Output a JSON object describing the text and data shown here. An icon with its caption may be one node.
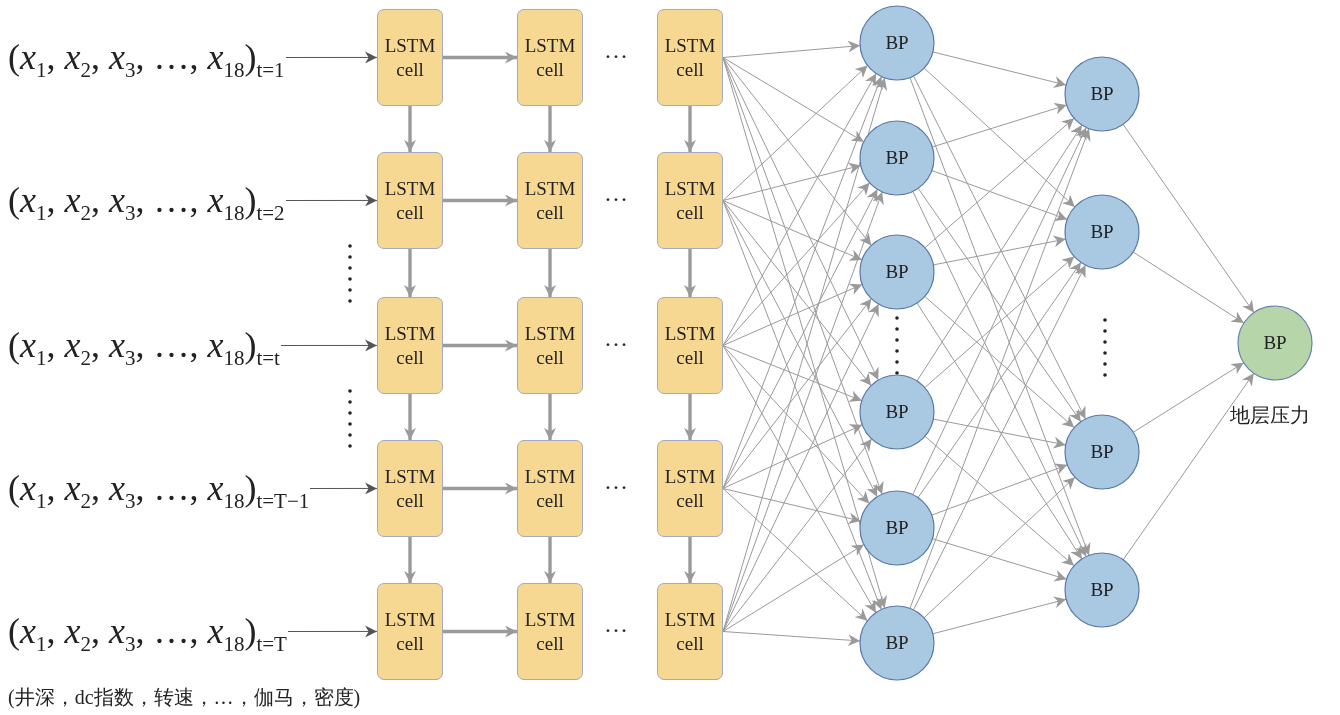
{
  "diagram": {
    "nodes": [
      {
        "text": [
          "(*x*$_{1}$, *x*$_{2}$, *x*$_{3}$, …, *x*$_{18}$)$_{t=1}$"
        ]
      },
      {
        "text": [
          "(*x*$_{1}$, *x*$_{2}$, *x*$_{3}$, …, *x*$_{18}$)$_{t=2}$"
        ]
      },
      {
        "text": [
          "(*x*$_{1}$, *x*$_{2}$, *x*$_{3}$, …, *x*$_{18}$)$_{t=t}$"
        ]
      },
      {
        "text": [
          "(*x*$_{1}$, *x*$_{2}$, *x*$_{3}$, …, *x*$_{18}$)$_{t=T−1}$"
        ]
      },
      {
        "text": [
          "(*x*$_{1}$, *x*$_{2}$, *x*$_{3}$, …, *x*$_{18}$)$_{t=T}$"
        ]
      },
      {
        "text": [
          "LSTM cell"
        ]
      },
      {
        "text": [
          "LSTM cell"
        ]
      },
      {
        "text": [
          "LSTM cell"
        ]
      },
      {
        "text": [
          "LSTM cell"
        ]
      },
      {
        "text": [
          "LSTM cell"
        ]
      },
      {
        "text": [
          "LSTM cell"
        ]
      },
      {
        "text": [
          "LSTM cell"
        ]
      },
      {
        "text": [
          "LSTM cell"
        ]
      },
      {
        "text": [
          "LSTM cell"
        ]
      },
      {
        "text": [
          "LSTM cell"
        ]
      },
      {
        "text": [
          "LSTM cell"
        ]
      },
      {
        "text": [
          "LSTM cell"
        ]
      },
      {
        "text": [
          "LSTM cell"
        ]
      },
      {
        "text": [
          "LSTM cell"
        ]
      },
      {
        "text": [
          "LSTM cell"
        ]
      },
      {
        "text": [
          "BP"
        ]
      },
      {
        "text": [
          "BP"
        ]
      },
      {
        "text": [
          "BP"
        ]
      },
      {
        "text": [
          "BP"
        ]
      },
      {
        "text": [
          "BP"
        ]
      },
      {
        "text": [
          "BP"
        ]
      },
      {
        "text": [
          "BP"
        ]
      },
      {
        "text": [
          "BP"
        ]
      },
      {
        "text": [
          "BP"
        ]
      },
      {
        "text": [
          "BP"
        ]
      },
      {
        "text": [
          "BP"
        ],
        "beside": [
          "地层压力"
        ]
      }
    ],
    "edges": [
      {
        "from": 0,
        "to": 5,
        "arrow": "to",
        "color": "#555555"
      },
      {
        "from": 1,
        "to": 8,
        "arrow": "to",
        "color": "#555555"
      },
      {
        "from": 2,
        "to": 11,
        "arrow": "to",
        "color": "#555555"
      },
      {
        "from": 3,
        "to": 14,
        "arrow": "to",
        "color": "#555555"
      },
      {
        "from": 4,
        "to": 17,
        "arrow": "to",
        "color": "#555555"
      },
      {
        "from": 5,
        "to": 6,
        "arrow": "to",
        "style": "thick"
      },
      {
        "from": 8,
        "to": 9,
        "arrow": "to",
        "style": "thick"
      },
      {
        "from": 11,
        "to": 12,
        "arrow": "to",
        "style": "thick"
      },
      {
        "from": 14,
        "to": 15,
        "arrow": "to",
        "style": "thick"
      },
      {
        "from": 17,
        "to": 18,
        "arrow": "to",
        "style": "thick"
      },
      {
        "from": 5,
        "to": 8,
        "arrow": "to",
        "style": "thick"
      },
      {
        "from": 8,
        "to": 11,
        "arrow": "to",
        "style": "thick"
      },
      {
        "from": 11,
        "to": 14,
        "arrow": "to",
        "style": "thick"
      },
      {
        "from": 14,
        "to": 17,
        "arrow": "to",
        "style": "thick"
      },
      {
        "from": 6,
        "to": 9,
        "arrow": "to",
        "style": "thick"
      },
      {
        "from": 9,
        "to": 12,
        "arrow": "to",
        "style": "thick"
      },
      {
        "from": 12,
        "to": 15,
        "arrow": "to",
        "style": "thick"
      },
      {
        "from": 15,
        "to": 18,
        "arrow": "to",
        "style": "thick"
      },
      {
        "from": 7,
        "to": 10,
        "arrow": "to",
        "style": "thick"
      },
      {
        "from": 10,
        "to": 13,
        "arrow": "to",
        "style": "thick"
      },
      {
        "from": 13,
        "to": 16,
        "arrow": "to",
        "style": "thick"
      },
      {
        "from": 16,
        "to": 19,
        "arrow": "to",
        "style": "thick"
      },
      {
        "from": 7,
        "to": 20,
        "arrow": "to"
      },
      {
        "from": 7,
        "to": 21,
        "arrow": "to"
      },
      {
        "from": 7,
        "to": 22,
        "arrow": "to"
      },
      {
        "from": 7,
        "to": 23,
        "arrow": "to"
      },
      {
        "from": 7,
        "to": 24,
        "arrow": "to"
      },
      {
        "from": 7,
        "to": 25,
        "arrow": "to"
      },
      {
        "from": 10,
        "to": 20,
        "arrow": "to"
      },
      {
        "from": 10,
        "to": 21,
        "arrow": "to"
      },
      {
        "from": 10,
        "to": 22,
        "arrow": "to"
      },
      {
        "from": 10,
        "to": 23,
        "arrow": "to"
      },
      {
        "from": 10,
        "to": 24,
        "arrow": "to"
      },
      {
        "from": 10,
        "to": 25,
        "arrow": "to"
      },
      {
        "from": 13,
        "to": 20,
        "arrow": "to"
      },
      {
        "from": 13,
        "to": 21,
        "arrow": "to"
      },
      {
        "from": 13,
        "to": 22,
        "arrow": "to"
      },
      {
        "from": 13,
        "to": 23,
        "arrow": "to"
      },
      {
        "from": 13,
        "to": 24,
        "arrow": "to"
      },
      {
        "from": 13,
        "to": 25,
        "arrow": "to"
      },
      {
        "from": 16,
        "to": 20,
        "arrow": "to"
      },
      {
        "from": 16,
        "to": 21,
        "arrow": "to"
      },
      {
        "from": 16,
        "to": 22,
        "arrow": "to"
      },
      {
        "from": 16,
        "to": 23,
        "arrow": "to"
      },
      {
        "from": 16,
        "to": 24,
        "arrow": "to"
      },
      {
        "from": 16,
        "to": 25,
        "arrow": "to"
      },
      {
        "from": 19,
        "to": 20,
        "arrow": "to"
      },
      {
        "from": 19,
        "to": 21,
        "arrow": "to"
      },
      {
        "from": 19,
        "to": 22,
        "arrow": "to"
      },
      {
        "from": 19,
        "to": 23,
        "arrow": "to"
      },
      {
        "from": 19,
        "to": 24,
        "arrow": "to"
      },
      {
        "from": 19,
        "to": 25,
        "arrow": "to"
      },
      {
        "from": 20,
        "to": 26,
        "arrow": "to"
      },
      {
        "from": 20,
        "to": 27,
        "arrow": "to"
      },
      {
        "from": 20,
        "to": 28,
        "arrow": "to"
      },
      {
        "from": 20,
        "to": 29,
        "arrow": "to"
      },
      {
        "from": 21,
        "to": 26,
        "arrow": "to"
      },
      {
        "from": 21,
        "to": 27,
        "arrow": "to"
      },
      {
        "from": 21,
        "to": 28,
        "arrow": "to"
      },
      {
        "from": 21,
        "to": 29,
        "arrow": "to"
      },
      {
        "from": 22,
        "to": 26,
        "arrow": "to"
      },
      {
        "from": 22,
        "to": 27,
        "arrow": "to"
      },
      {
        "from": 22,
        "to": 28,
        "arrow": "to"
      },
      {
        "from": 22,
        "to": 29,
        "arrow": "to"
      },
      {
        "from": 23,
        "to": 26,
        "arrow": "to"
      },
      {
        "from": 23,
        "to": 27,
        "arrow": "to"
      },
      {
        "from": 23,
        "to": 28,
        "arrow": "to"
      },
      {
        "from": 23,
        "to": 29,
        "arrow": "to"
      },
      {
        "from": 24,
        "to": 26,
        "arrow": "to"
      },
      {
        "from": 24,
        "to": 27,
        "arrow": "to"
      },
      {
        "from": 24,
        "to": 28,
        "arrow": "to"
      },
      {
        "from": 24,
        "to": 29,
        "arrow": "to"
      },
      {
        "from": 25,
        "to": 26,
        "arrow": "to"
      },
      {
        "from": 25,
        "to": 27,
        "arrow": "to"
      },
      {
        "from": 25,
        "to": 28,
        "arrow": "to"
      },
      {
        "from": 25,
        "to": 29,
        "arrow": "to"
      },
      {
        "from": 26,
        "to": 30,
        "arrow": "to"
      },
      {
        "from": 27,
        "to": 30,
        "arrow": "to"
      },
      {
        "from": 28,
        "to": 30,
        "arrow": "to"
      },
      {
        "from": 29,
        "to": 30,
        "arrow": "to"
      }
    ],
    "labels": [
      "…",
      "…",
      "…",
      "…",
      "…",
      "(井深，dc指数，转速，…，伽马，密度)"
    ]
  }
}
